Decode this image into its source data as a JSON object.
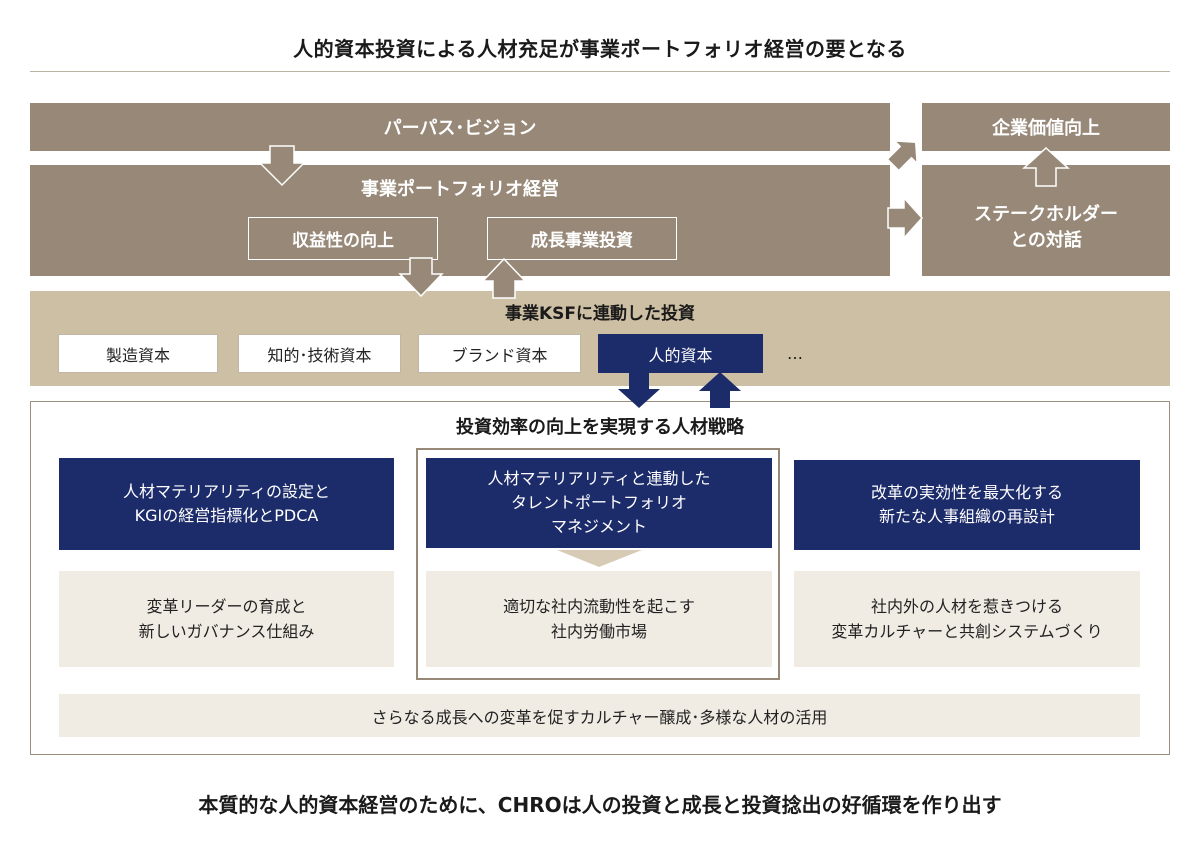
{
  "header": {
    "title": "人的資本投資による人材充足が事業ポートフォリオ経営の要となる"
  },
  "top": {
    "purpose": "パーパス･ビジョン",
    "portfolio": "事業ポートフォリオ経営",
    "profit": "収益性の向上",
    "growth_invest": "成長事業投資",
    "corp_value": "企業価値向上",
    "stakeholder_line1": "ステークホルダー",
    "stakeholder_line2": "との対話"
  },
  "ksf": {
    "title": "事業KSFに連動した投資",
    "capitals": [
      "製造資本",
      "知的･技術資本",
      "ブランド資本",
      "人的資本"
    ],
    "ellipsis": "…"
  },
  "strategy": {
    "title": "投資効率の向上を実現する人材戦略",
    "navy": [
      [
        "人材マテリアリティの設定と",
        "KGIの経営指標化とPDCA"
      ],
      [
        "人材マテリアリティと連動した",
        "タレントポートフォリオ",
        "マネジメント"
      ],
      [
        "改革の実効性を最大化する",
        "新たな人事組織の再設計"
      ]
    ],
    "cream": [
      [
        "変革リーダーの育成と",
        "新しいガバナンス仕組み"
      ],
      [
        "適切な社内流動性を起こす",
        "社内労働市場"
      ],
      [
        "社内外の人材を惹きつける",
        "変革カルチャーと共創システムづくり"
      ]
    ],
    "bottom_bar": "さらなる成長への変革を促すカルチャー醸成･多様な人材の活用"
  },
  "footer": {
    "title": "本質的な人的資本経営のために、CHROは人の投資と成長と投資捻出の好循環を作り出す"
  },
  "colors": {
    "brown": "#978878",
    "beige": "#cdbfa3",
    "navy": "#1c2b6a",
    "cream": "#f0ebe3"
  }
}
